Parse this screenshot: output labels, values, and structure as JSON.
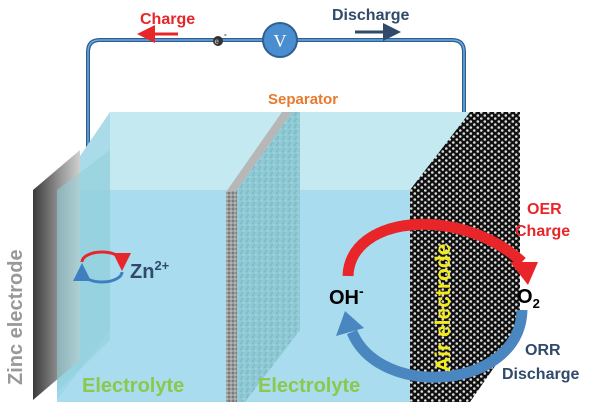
{
  "labels": {
    "charge": "Charge",
    "discharge": "Discharge",
    "electron": "e",
    "electron_sup": "-",
    "voltmeter": "V",
    "separator": "Separator",
    "zinc_electrode": "Zinc electrode",
    "zinc_ion": "Zn",
    "zinc_ion_sup": "2+",
    "electrolyte_left": "Electrolyte",
    "electrolyte_right": "Electrolyte",
    "air_electrode": "Air electrode",
    "hydroxide": "OH",
    "hydroxide_sup": "-",
    "oxygen": "O",
    "oxygen_sub": "2",
    "oer": "OER",
    "oer_charge": "Charge",
    "orr": "ORR",
    "orr_discharge": "Discharge"
  },
  "colors": {
    "charge_red": "#e8262a",
    "discharge_navy": "#2f4a6a",
    "wire_blue": "#3f7fc0",
    "separator_orange": "#e87a2e",
    "electrolyte_green": "#8cc84b",
    "air_yellow": "#f4ec1a",
    "electrolyte_fill": "#a9dcef"
  }
}
